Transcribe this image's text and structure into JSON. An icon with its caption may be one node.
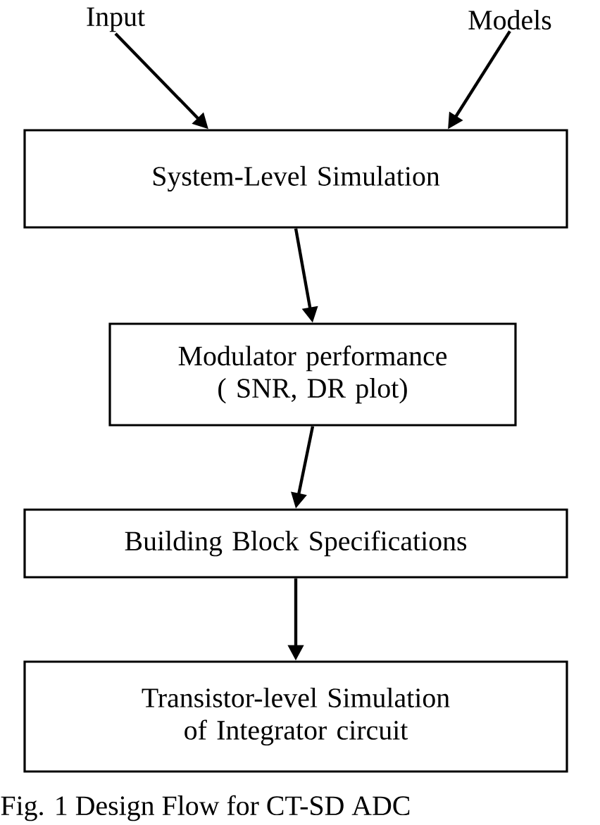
{
  "diagram": {
    "caption": "Fig. 1 Design Flow for CT-SD ADC",
    "nodes": [
      {
        "text": [
          "Input"
        ]
      },
      {
        "text": [
          "Models"
        ]
      },
      {
        "text": [
          "System-Level Simulation"
        ]
      },
      {
        "text": [
          "Modulator performance ( SNR, DR plot)"
        ]
      },
      {
        "text": [
          "Building Block Specifications"
        ]
      },
      {
        "text": [
          "Transistor-level Simulation of Integrator circuit"
        ]
      }
    ],
    "edges": [
      {
        "from": 0,
        "to": 2,
        "arrow": "to"
      },
      {
        "from": 1,
        "to": 2,
        "arrow": "to"
      },
      {
        "from": 2,
        "to": 3,
        "arrow": "to"
      },
      {
        "from": 3,
        "to": 4,
        "arrow": "to"
      },
      {
        "from": 4,
        "to": 5,
        "arrow": "to"
      }
    ]
  }
}
